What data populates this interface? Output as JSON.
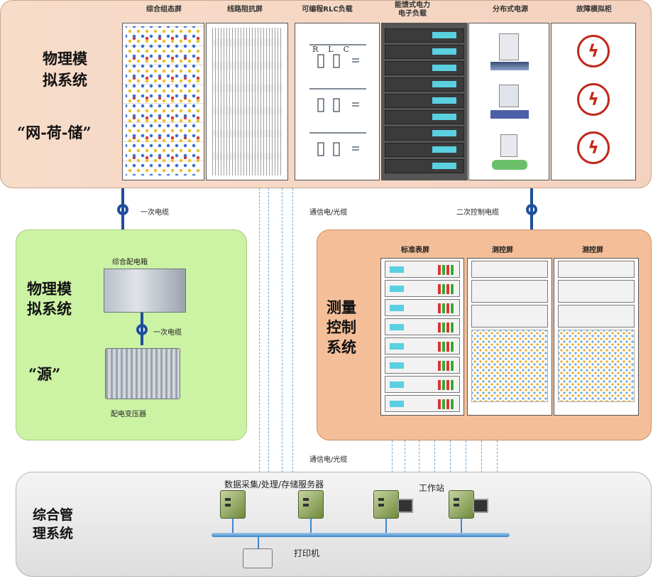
{
  "top": {
    "title_line1": "物理模",
    "title_line2": "拟系统",
    "subtitle": "“网-荷-储”",
    "columns": [
      "综合组态屏",
      "线路阻抗屏",
      "可编程RLC负载",
      "能馈式电力\n电子负载",
      "分布式电源",
      "故障模拟柜"
    ],
    "rlc_labels": [
      "R",
      "L",
      "C"
    ]
  },
  "cables": {
    "primary_left": "一次电缆",
    "comm_top": "通信电/光缆",
    "secondary_control": "二次控制电缆",
    "primary_middle": "一次电缆",
    "comm_bottom": "通信电/光缆"
  },
  "left": {
    "title_line1": "物理模",
    "title_line2": "拟系统",
    "subtitle": "“源”",
    "cabinet_label": "综合配电箱",
    "transformer_label": "配电变压器"
  },
  "right": {
    "title_line1": "测量",
    "title_line2": "控制",
    "title_line3": "系统",
    "columns": [
      "标准表屏",
      "测控屏",
      "测控屏"
    ]
  },
  "bottom": {
    "title_line1": "综合管",
    "title_line2": "理系统",
    "server_label": "数据采集/处理/存储服务器",
    "workstation_label": "工作站",
    "printer_label": "打印机"
  }
}
